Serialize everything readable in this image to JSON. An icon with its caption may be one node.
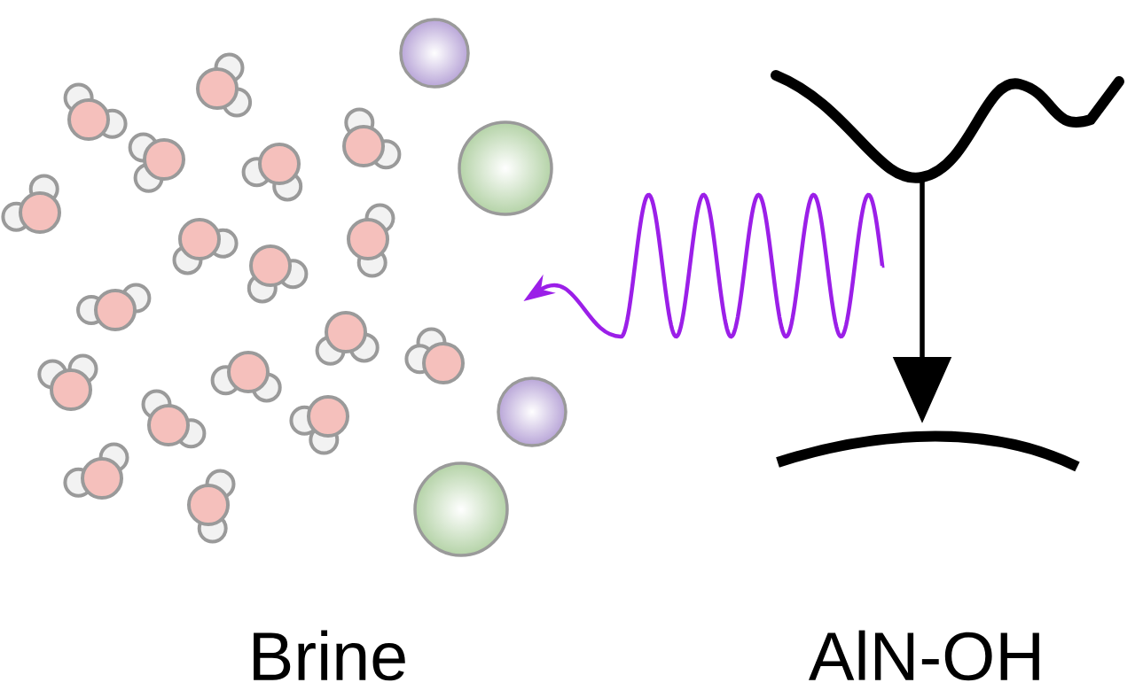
{
  "diagram": {
    "nodes": [
      {
        "text": [],
        "shape": "picture"
      },
      {
        "text": [],
        "shape": "picture"
      }
    ],
    "edges": [
      {
        "from": 1,
        "to": 0,
        "arrow": "to",
        "color": "#9b1fe8"
      }
    ],
    "labels": [
      "Brine",
      "AlN-OH"
    ]
  }
}
